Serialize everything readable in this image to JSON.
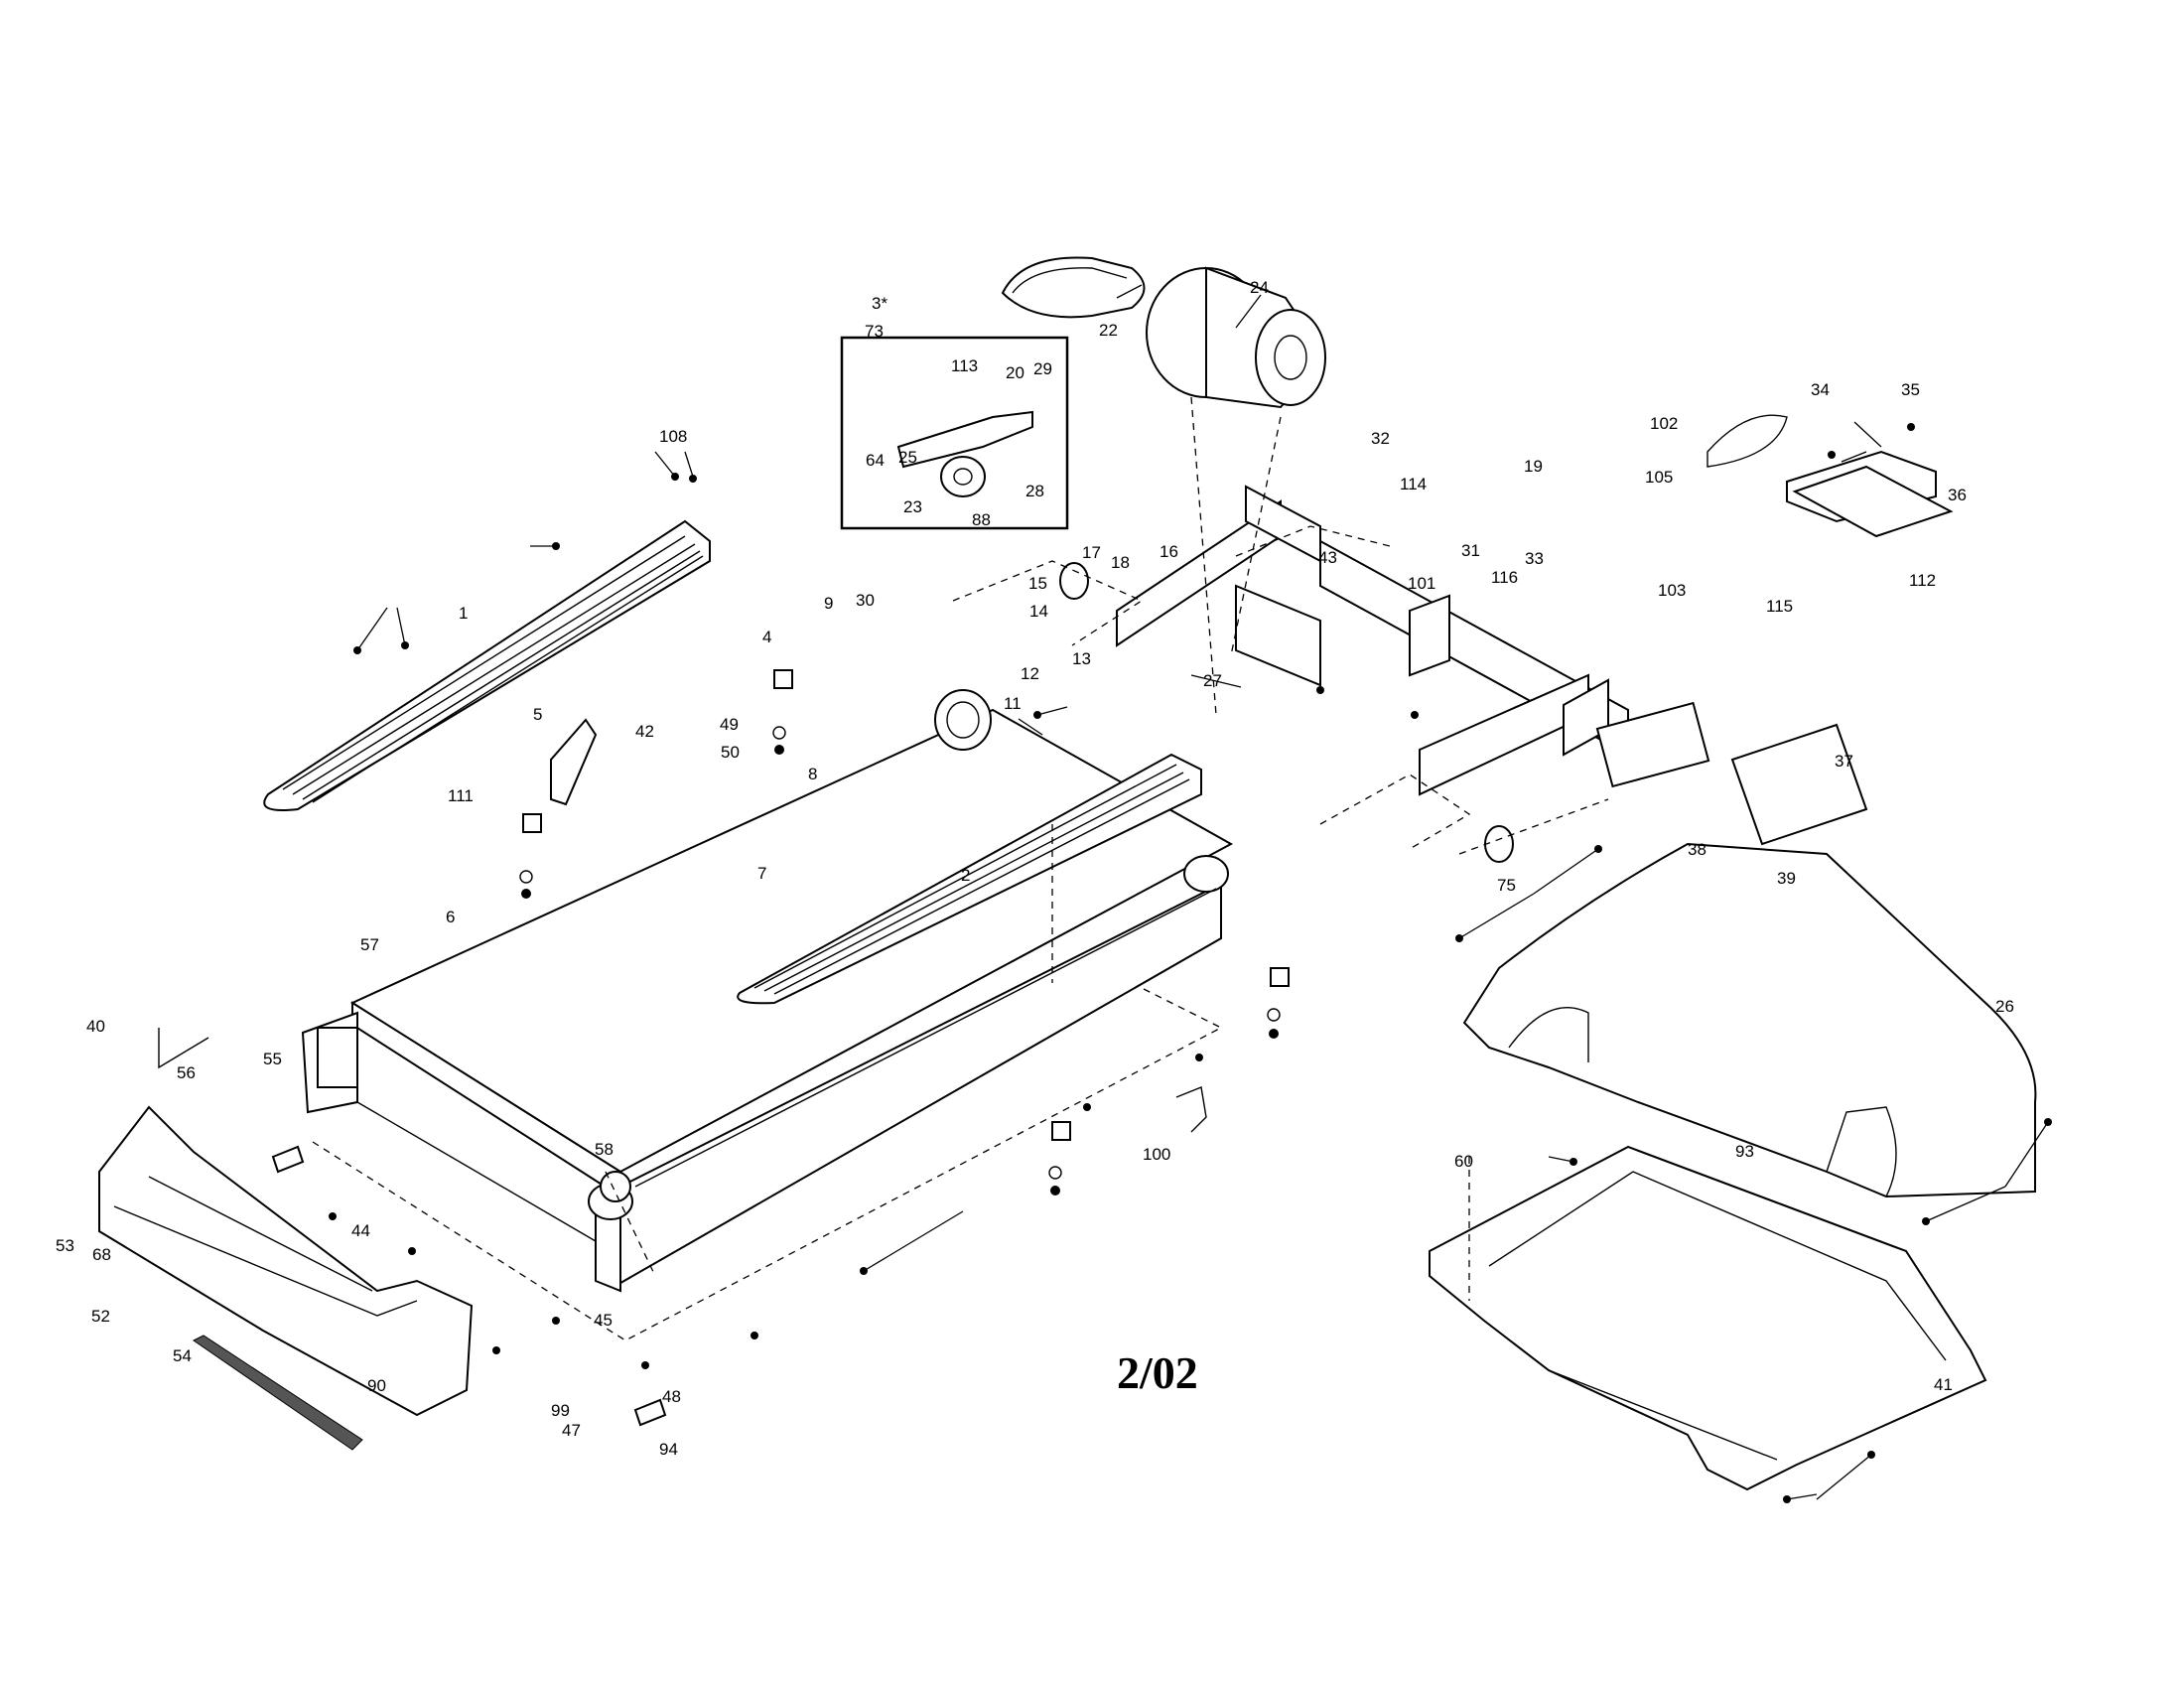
{
  "diagram": {
    "date_stamp": "2/02",
    "callouts": [
      "1",
      "2",
      "3*",
      "4",
      "5",
      "6",
      "7",
      "8",
      "9",
      "11",
      "12",
      "13",
      "14",
      "15",
      "16",
      "17",
      "18",
      "19",
      "20",
      "22",
      "23",
      "24",
      "25",
      "26",
      "27",
      "28",
      "29",
      "30",
      "31",
      "32",
      "33",
      "34",
      "35",
      "36",
      "37",
      "38",
      "39",
      "40",
      "41",
      "42",
      "43",
      "44",
      "45",
      "47",
      "48",
      "49",
      "50",
      "52",
      "53",
      "54",
      "55",
      "56",
      "57",
      "58",
      "60",
      "64",
      "68",
      "73",
      "75",
      "88",
      "90",
      "93",
      "94",
      "99",
      "100",
      "101",
      "102",
      "103",
      "105",
      "108",
      "111",
      "112",
      "113",
      "114",
      "115",
      "116"
    ]
  }
}
